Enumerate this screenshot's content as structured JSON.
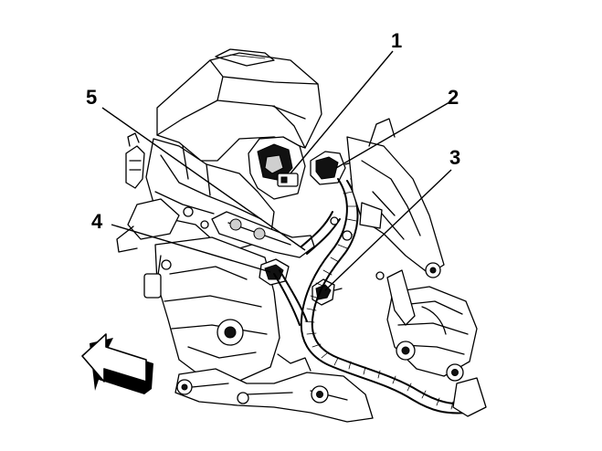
{
  "callouts": [
    {
      "id": "1",
      "label": "1"
    },
    {
      "id": "2",
      "label": "2"
    },
    {
      "id": "3",
      "label": "3"
    },
    {
      "id": "4",
      "label": "4"
    },
    {
      "id": "5",
      "label": "5"
    }
  ],
  "direction_arrow": {
    "icon": "front-direction-arrow-icon"
  }
}
